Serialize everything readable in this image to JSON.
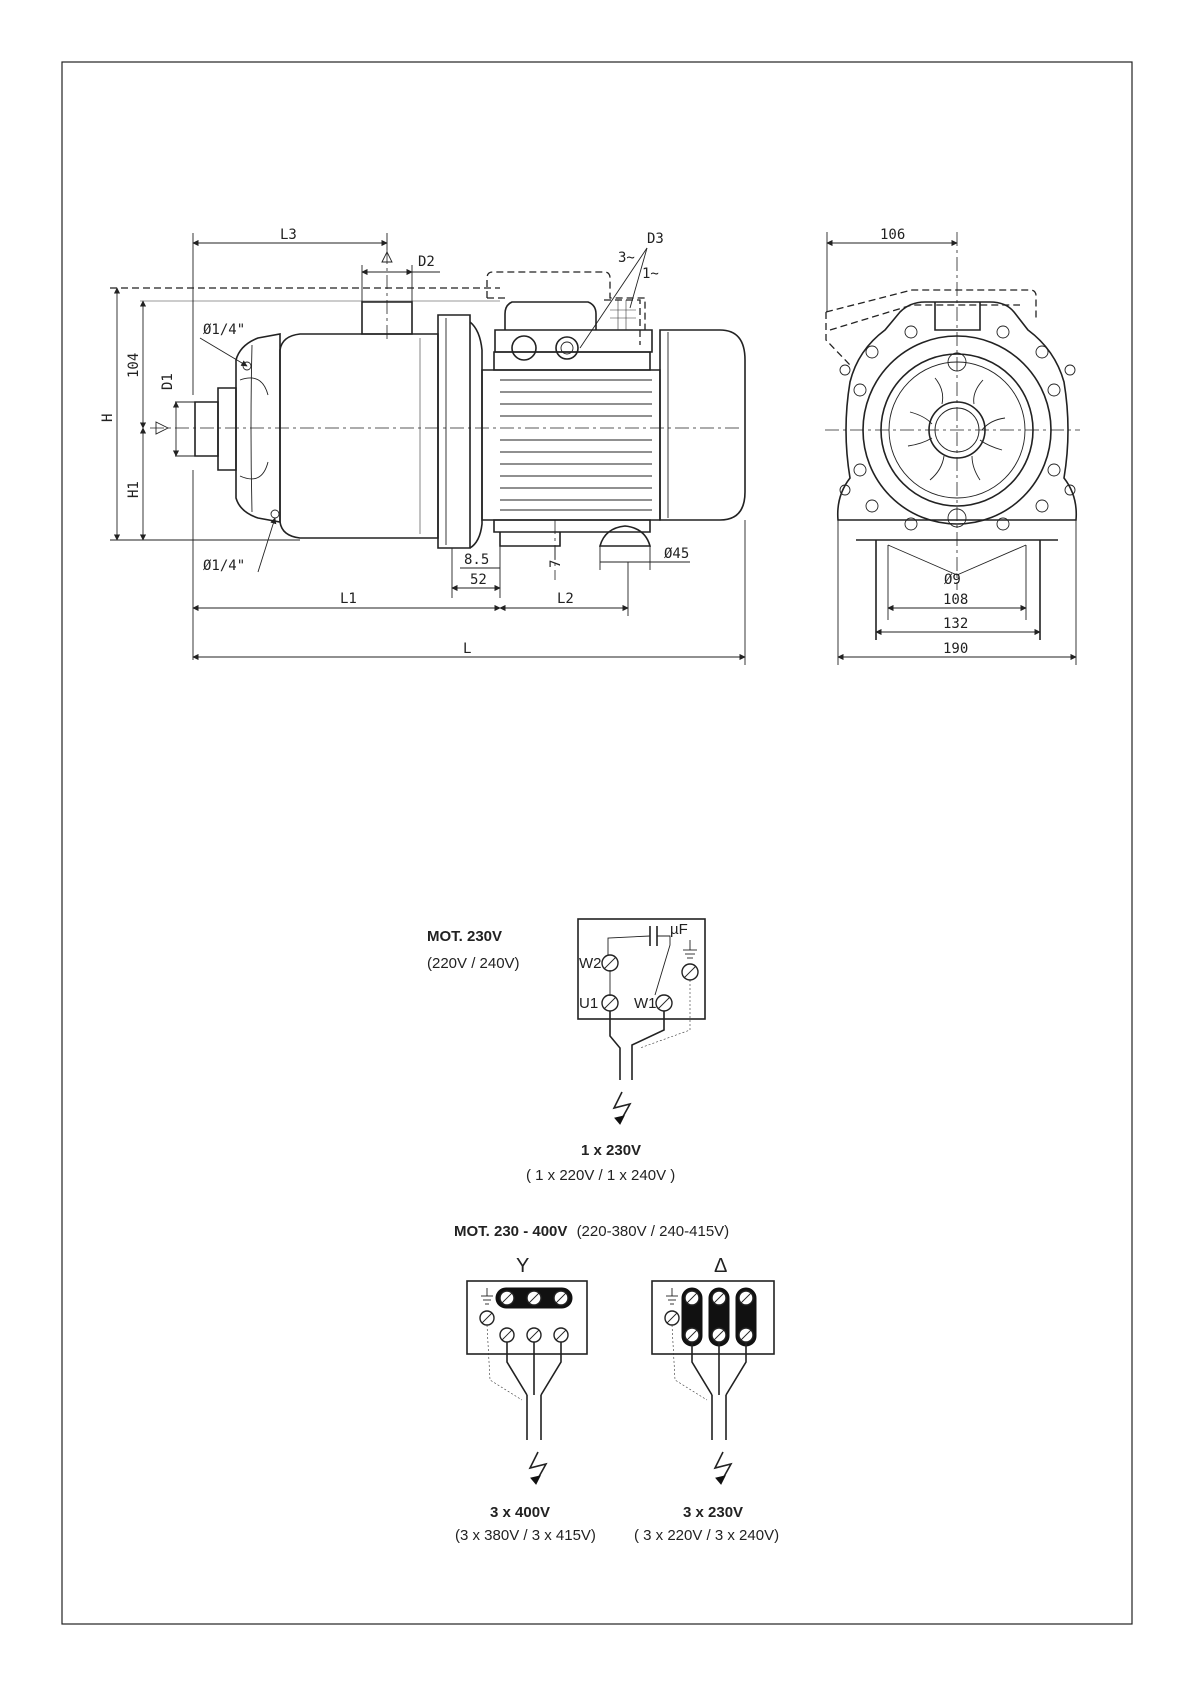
{
  "drawing": {
    "side_view": {
      "dimensions": [
        "L3",
        "D2",
        "D3",
        "3~",
        "1~",
        "Ø1/4\"",
        "Ø1/4\"",
        "104",
        "H",
        "D1",
        "H1",
        "8.5",
        "52",
        "7",
        "Ø45",
        "L1",
        "L2",
        "L"
      ]
    },
    "front_view": {
      "dimensions": [
        "106",
        "Ø9",
        "108",
        "132",
        "190"
      ]
    }
  },
  "single_phase": {
    "title": "MOT. 230V",
    "subtitle": "(220V / 240V)",
    "capacitor_label": "µF",
    "terminals": [
      "W2",
      "U1",
      "W1"
    ],
    "supply": "1 x 230V",
    "supply_alt": "( 1 x 220V / 1 x 240V )"
  },
  "three_phase": {
    "title": "MOT. 230 - 400V",
    "title_suffix": "(220-380V / 240-415V)",
    "star": {
      "symbol": "Y",
      "supply": "3 x 400V",
      "supply_alt": "(3 x 380V / 3 x 415V)"
    },
    "delta": {
      "symbol": "Δ",
      "supply": "3 x 230V",
      "supply_alt": "( 3 x 220V / 3 x 240V)"
    }
  }
}
